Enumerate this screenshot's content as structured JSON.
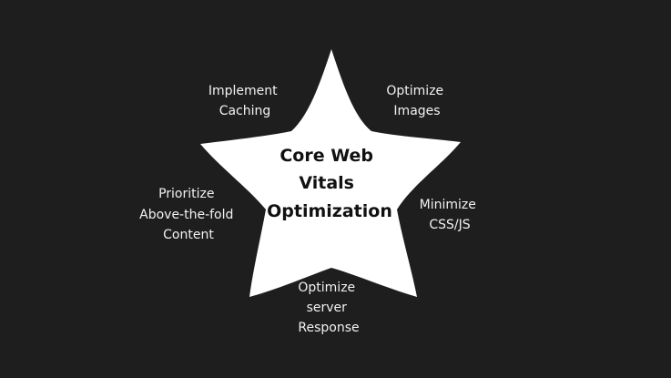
{
  "diagram": {
    "center": {
      "lines": [
        "Core Web",
        "Vitals",
        "Optimization"
      ]
    },
    "items": [
      {
        "lines": [
          "Implement",
          "Caching"
        ]
      },
      {
        "lines": [
          "Optimize",
          "Images"
        ]
      },
      {
        "lines": [
          "Minimize",
          "CSS/JS"
        ]
      },
      {
        "lines": [
          "Optimize",
          "server",
          "Response"
        ]
      },
      {
        "lines": [
          "Prioritize",
          "Above-the-fold",
          "Content"
        ]
      }
    ],
    "colors": {
      "background": "#1f1e1e",
      "star_fill": "#ffffff",
      "center_text": "#111111",
      "label_text": "#f2f2f2"
    }
  }
}
